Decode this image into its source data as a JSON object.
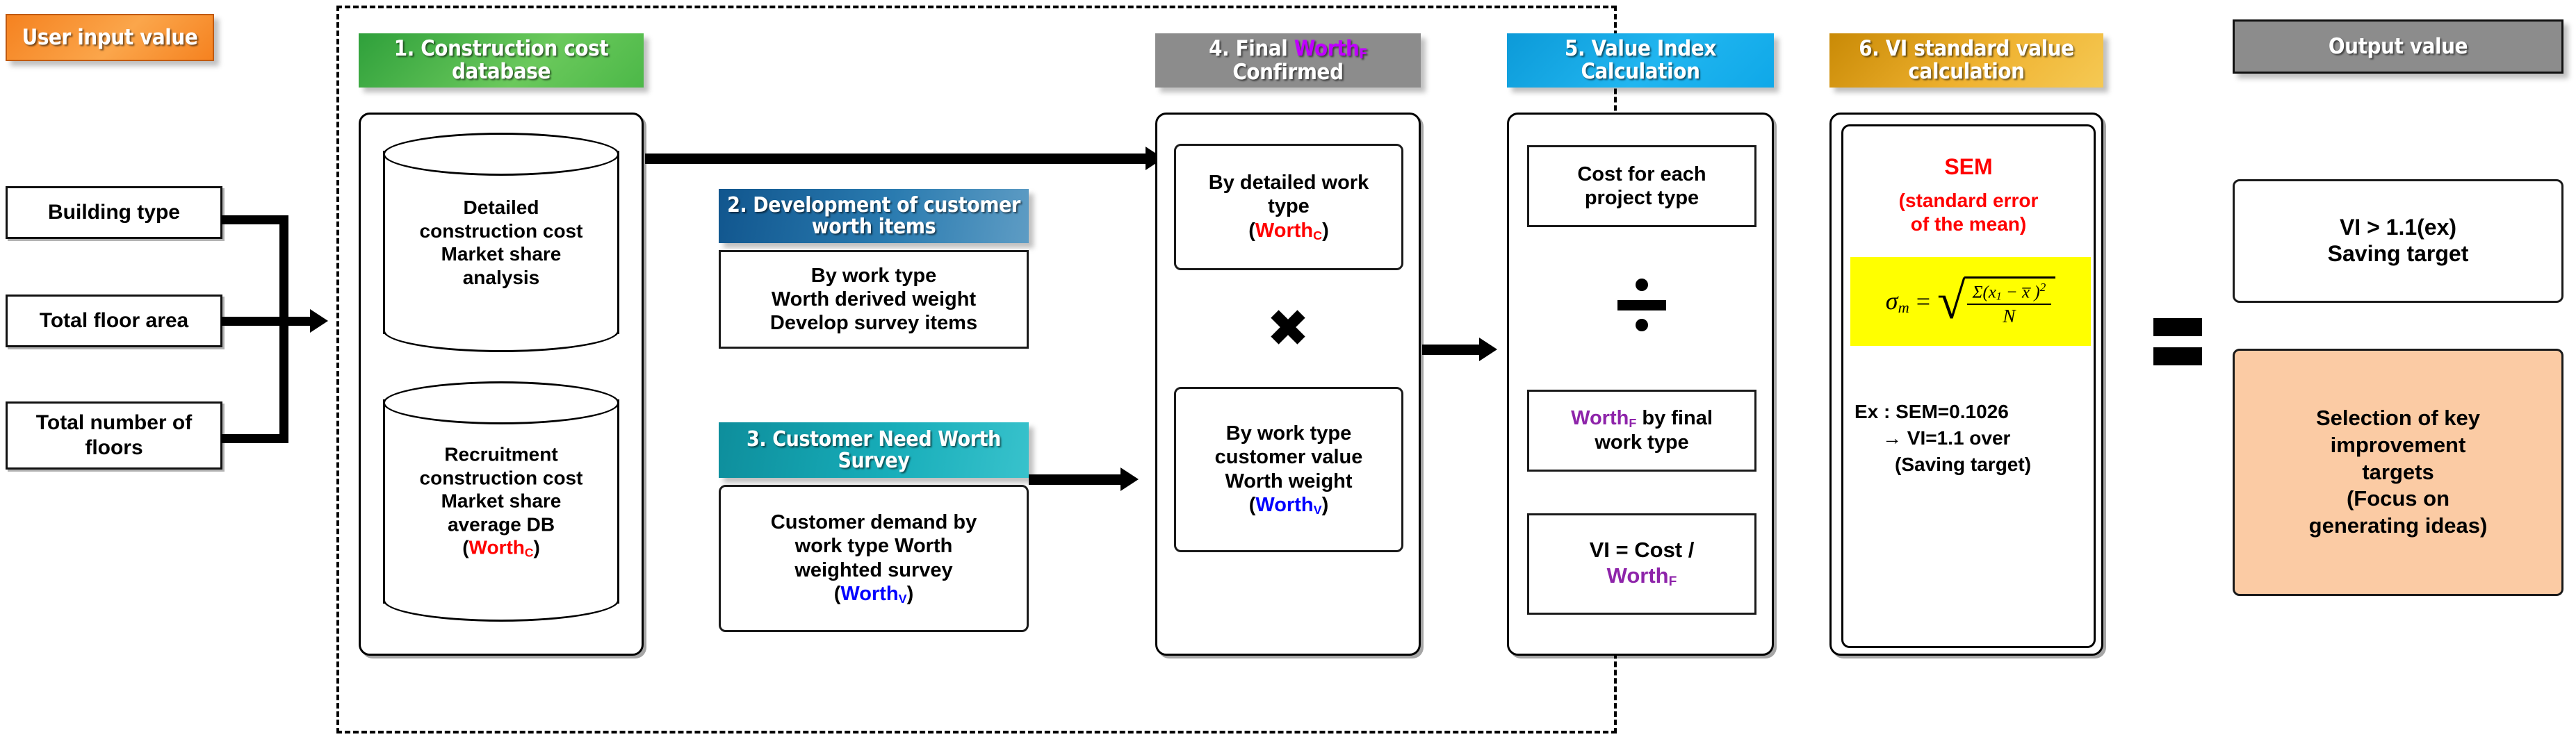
{
  "input_panel": {
    "header": "User input value",
    "header_color": "#F7941E",
    "items": [
      {
        "label": "Building type"
      },
      {
        "label": "Total floor area"
      },
      {
        "label": "Total number of floors"
      }
    ]
  },
  "stages": [
    {
      "id": "stage-1",
      "number": "1.",
      "title": "1. Construction cost database",
      "color": "#3CB54A",
      "databases": [
        {
          "lines": [
            "Detailed",
            "construction cost",
            "Market share",
            "analysis"
          ]
        },
        {
          "lines": [
            "Recruitment",
            "construction cost",
            "Market share",
            "average DB"
          ],
          "worth_label": "Worth",
          "worth_sub": "C",
          "worth_color": "#ff0000"
        }
      ]
    },
    {
      "id": "stage-2",
      "number": "2.",
      "title": "2. Development of customer worth items",
      "color": "#1F6FA8",
      "body_lines": [
        "By work type",
        "Worth derived weight",
        "Develop survey items"
      ]
    },
    {
      "id": "stage-3",
      "number": "3.",
      "title": "3. Customer Need Worth Survey",
      "color": "#17A2AF",
      "body_lines": [
        "Customer demand by",
        "work type Worth",
        "weighted survey"
      ],
      "worth_label": "Worth",
      "worth_sub": "V",
      "worth_color": "#0000ff"
    },
    {
      "id": "stage-4",
      "number": "4.",
      "title_prefix": "4. Final ",
      "title_worth": "Worth",
      "title_worth_sub": "F",
      "title_suffix": "Confirmed",
      "color": "#808080",
      "worth_title_color": "#c000ff",
      "boxes": [
        {
          "lines": [
            "By detailed work",
            "type"
          ],
          "worth_label": "Worth",
          "worth_sub": "C",
          "worth_color": "#ff0000"
        },
        {
          "lines": [
            "By work type",
            "customer value",
            "Worth weight"
          ],
          "worth_label": "Worth",
          "worth_sub": "V",
          "worth_color": "#0000ff"
        }
      ],
      "operator": "✖"
    },
    {
      "id": "stage-5",
      "number": "5.",
      "title": "5. Value Index Calculation",
      "color": "#0FA8E8",
      "box_cost": [
        "Cost for each",
        "project type"
      ],
      "operator": "divide-icon",
      "box_worth_prefix": "Worth",
      "box_worth_sub": "F",
      "box_worth_rest": " by final",
      "box_worth_line2": "work type",
      "box_vi_line1": "VI = Cost /",
      "box_vi_worth": "Worth",
      "box_vi_worth_sub": "F"
    },
    {
      "id": "stage-6",
      "number": "6.",
      "title": "6. VI standard value calculation",
      "color": "#E0A010",
      "sem_title": "SEM",
      "sem_sub": [
        "(standard error",
        "of the mean)"
      ],
      "sem_color": "#ff0000",
      "formula": {
        "lhs_sigma": "σ",
        "lhs_sub": "m",
        "eq": "=",
        "radical": "√",
        "numerator": "Σ(x",
        "numerator_sub": "1",
        "numerator_rest": " − x̅ )",
        "numerator_exp": "2",
        "denominator": "N",
        "background": "#ffff00"
      },
      "example": {
        "line1": "Ex : SEM=0.1026",
        "line2": "→  VI=1.1 over",
        "line3": "(Saving target)"
      }
    }
  ],
  "output_panel": {
    "header": "Output value",
    "header_color": "#808080",
    "result_box": {
      "line1": "VI  > 1.1(ex)",
      "line2": "Saving target"
    },
    "target_box": {
      "lines": [
        "Selection of key",
        "improvement",
        "targets",
        "(Focus on",
        "generating ideas)"
      ],
      "background": "#FBCBA4"
    }
  },
  "connectors": {
    "input_to_db": "arrow-right",
    "db_to_stage4": "arrow-right",
    "stage3_to_stage4": "arrow-right",
    "stage4_to_stage5": "arrow-right",
    "stage6_to_output": "equals-icon"
  }
}
